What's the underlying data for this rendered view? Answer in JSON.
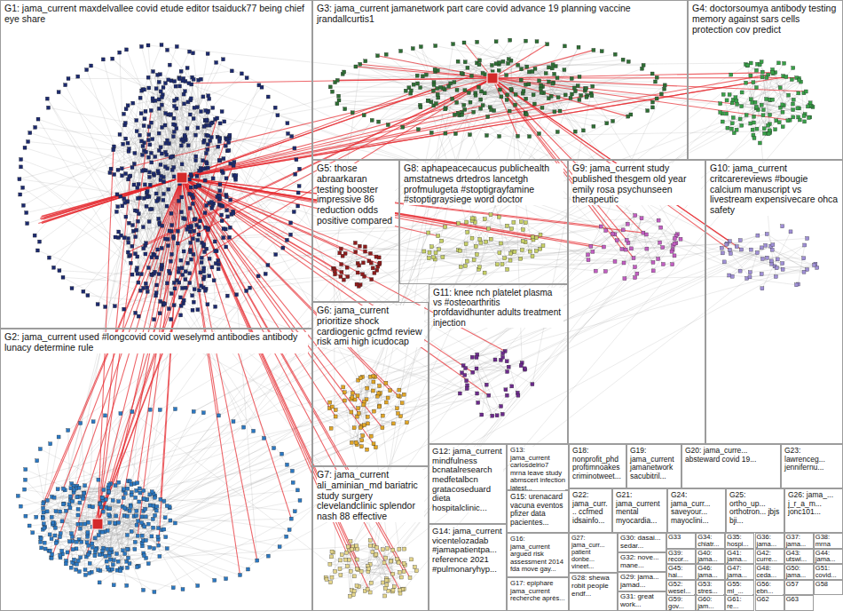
{
  "diagram": {
    "nodes": [
      {
        "text": [
          "G1: jama_current maxdelvallee covid etude editor tsaiduck77 being chief eye share"
        ]
      },
      {
        "text": [
          "G2: jama_current used #longcovid covid weselymd antibodies antibody lunacy determine rule"
        ]
      },
      {
        "text": [
          "G3: jama_current jamanetwork part care covid advance 19 planning vaccine jrandallcurtis1"
        ]
      },
      {
        "text": [
          "G4: doctorsoumya antibody testing memory against sars cells protection cov predict"
        ]
      },
      {
        "text": [
          "G5: those abraarkaran testing booster impressive 86 reduction odds positive compared"
        ]
      },
      {
        "text": [
          "G6: jama_current prioritize shock cardiogenic gcfmd review risk ami high icudocap"
        ]
      },
      {
        "text": [
          "G7: jama_current ali_aminian_md bariatric study surgery clevelandclinic splendor nash 88 effective"
        ]
      },
      {
        "text": [
          "G8: aphapeacecaucus publichealth amstatnews drtedros lancetgh profmulugeta #stoptigrayfamine #stoptigraysiege word doctor"
        ]
      },
      {
        "text": [
          "G9: jama_current study published thesgem old year emily rosa psychunseen therapeutic"
        ]
      },
      {
        "text": [
          "G10: jama_current critcarereviews #bougie calcium manuscript vs livestream expensivecare ohca safety"
        ]
      },
      {
        "text": [
          "G11: knee nch platelet plasma vs #osteoarthritis profdavidhunter adults treatment injection"
        ]
      },
      {
        "text": [
          "G12: jama_current mindfulness bcnatalresearch medfetalbcn gratacoseduard dieta hospitalclinic..."
        ]
      },
      {
        "text": [
          "G13: jama_current carlosdelrio7 mrna leave study abmscert infection latest..."
        ]
      },
      {
        "text": [
          "G14: jama_current vicentelozadab #jamapatientpa... reference 2021 #pulmonaryhyp..."
        ]
      },
      {
        "text": [
          "G15: urenacard vacuna eventos pfizer data pacientes..."
        ]
      },
      {
        "text": [
          "G16: jama_current argued risk assessment 2014 fda move gay..."
        ]
      },
      {
        "text": [
          "G17: epiphare jama_current recherche après..."
        ]
      },
      {
        "text": [
          "G18: nonprofit_phd proftimnoakes criminotweet..."
        ]
      },
      {
        "text": [
          "G19: jama_current jamanetwork sacubitril..."
        ]
      },
      {
        "text": [
          "G20: jama_curre... absteward covid 19..."
        ]
      },
      {
        "text": [
          "G21: jama_current mental myocardia..."
        ]
      },
      {
        "text": [
          "G22: jama_curr... ccfmed idsainfo..."
        ]
      },
      {
        "text": [
          "G23: lawrenceg... jennifernu..."
        ]
      },
      {
        "text": [
          "G24: jama_curr... saveyour... mayoclini..."
        ]
      },
      {
        "text": [
          "G25: ortho_up... orthotron... jbjs bji..."
        ]
      },
      {
        "text": [
          "G26: jama_... j_r_a_m... jonc101..."
        ]
      },
      {
        "text": [
          "G27: jama_curr... patient donbe... vineet..."
        ]
      },
      {
        "text": [
          "G28: shewa robit people endf..."
        ]
      },
      {
        "text": [
          "G29: jama... jamad..."
        ]
      },
      {
        "text": [
          "G30: dasai... sedar..."
        ]
      },
      {
        "text": [
          "G31: great work..."
        ]
      },
      {
        "text": [
          "G32: nove... mane..."
        ]
      },
      {
        "text": [
          "G33"
        ]
      },
      {
        "text": [
          "G34: chiatr..."
        ]
      },
      {
        "text": [
          "G35: hospi..."
        ]
      },
      {
        "text": [
          "G36: jama..."
        ]
      },
      {
        "text": [
          "G37: jama..."
        ]
      },
      {
        "text": [
          "G38: mrna"
        ]
      },
      {
        "text": [
          "G39: recor..."
        ]
      },
      {
        "text": [
          "G40: jama..."
        ]
      },
      {
        "text": [
          "G41: jama..."
        ]
      },
      {
        "text": [
          "G42: curre..."
        ]
      },
      {
        "text": [
          "G43: utswi..."
        ]
      },
      {
        "text": [
          "G44: jama..."
        ]
      },
      {
        "text": [
          "G45: hai..."
        ]
      },
      {
        "text": [
          "G46: jama..."
        ]
      },
      {
        "text": [
          "G47: jama..."
        ]
      },
      {
        "text": [
          "G48: ceda..."
        ]
      },
      {
        "text": [
          "G50: jama..."
        ]
      },
      {
        "text": [
          "G51: covid..."
        ]
      },
      {
        "text": [
          "G52: wesel..."
        ]
      },
      {
        "text": [
          "G53: stres..."
        ]
      },
      {
        "text": [
          "G55: ml_..."
        ]
      },
      {
        "text": [
          "G56: ebn..."
        ]
      },
      {
        "text": [
          "G57"
        ]
      },
      {
        "text": [
          "G58"
        ]
      },
      {
        "text": [
          "G59: gov..."
        ]
      },
      {
        "text": [
          "G60: jam..."
        ]
      },
      {
        "text": [
          "G61: re..."
        ]
      },
      {
        "text": [
          "G62"
        ]
      },
      {
        "text": [
          "G63"
        ]
      }
    ]
  }
}
